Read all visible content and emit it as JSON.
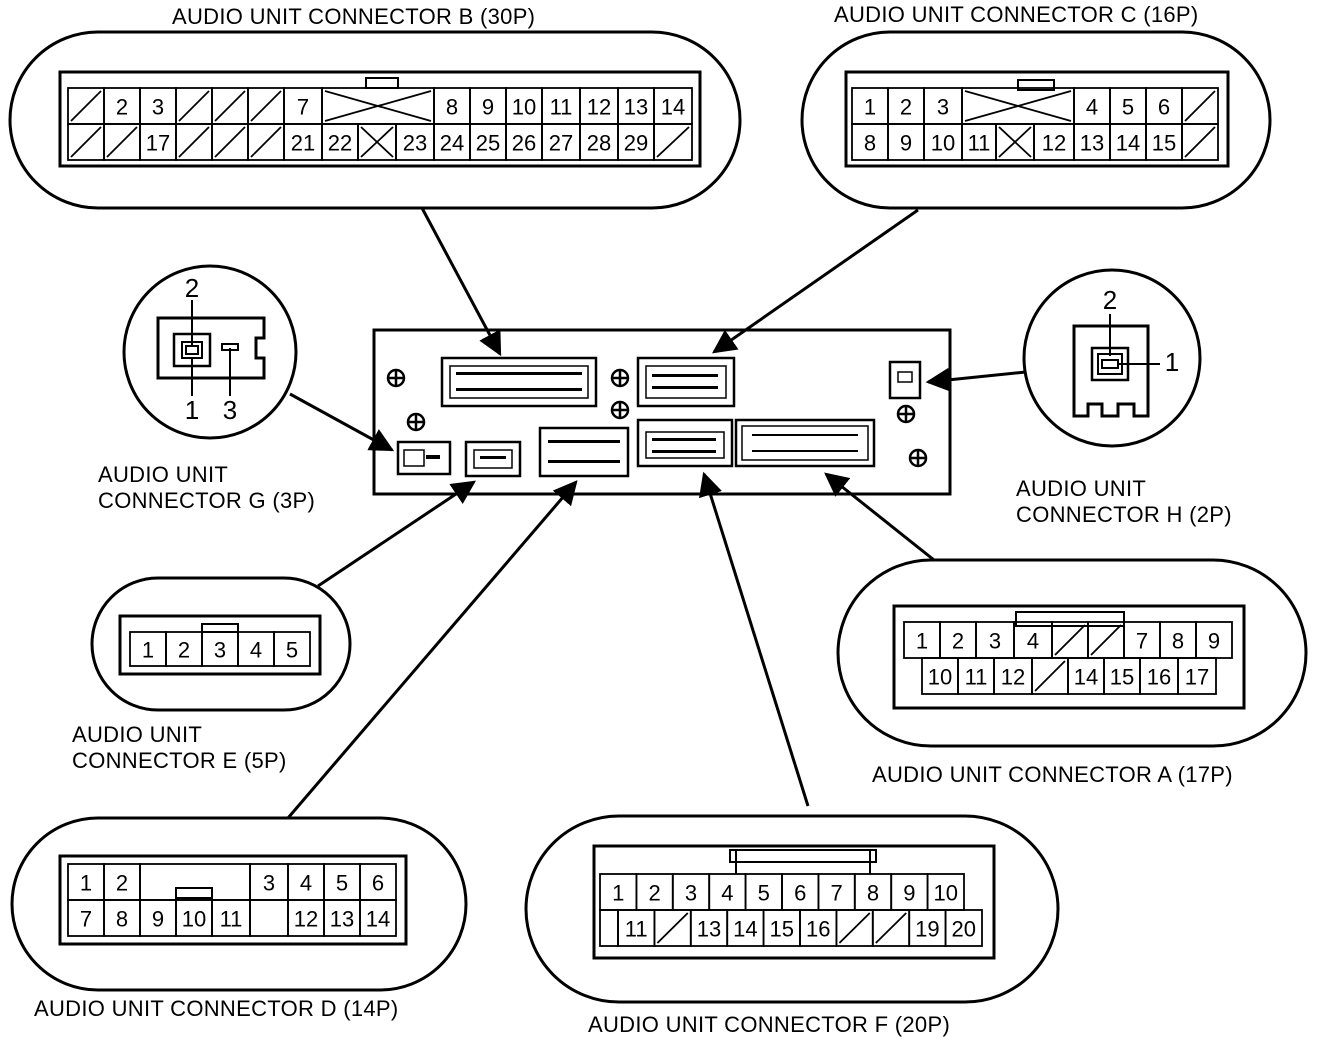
{
  "labels": {
    "b": "AUDIO UNIT CONNECTOR B (30P)",
    "c": "AUDIO UNIT CONNECTOR C (16P)",
    "g1": "AUDIO UNIT",
    "g2": "CONNECTOR G (3P)",
    "h1": "AUDIO UNIT",
    "h2": "CONNECTOR H (2P)",
    "e1": "AUDIO UNIT",
    "e2": "CONNECTOR E (5P)",
    "a": "AUDIO UNIT CONNECTOR A (17P)",
    "d": "AUDIO UNIT CONNECTOR D (14P)",
    "f": "AUDIO UNIT CONNECTOR F (20P)"
  },
  "connectors": {
    "b": {
      "top": [
        "",
        "2",
        "3",
        "",
        "",
        "",
        "7",
        "",
        "8",
        "9",
        "10",
        "11",
        "12",
        "13",
        "14"
      ],
      "bottom": [
        "",
        "",
        "17",
        "",
        "",
        "",
        "21",
        "22",
        "",
        "23",
        "24",
        "25",
        "26",
        "27",
        "28",
        "29",
        ""
      ]
    },
    "c": {
      "top": [
        "1",
        "2",
        "3",
        "",
        "4",
        "5",
        "6",
        ""
      ],
      "bottom": [
        "8",
        "9",
        "10",
        "11",
        "",
        "12",
        "13",
        "14",
        "15",
        ""
      ]
    },
    "g": {
      "pins": [
        "2",
        "1",
        "3"
      ]
    },
    "h": {
      "pins": [
        "2",
        "1"
      ]
    },
    "e": {
      "pins": [
        "1",
        "2",
        "3",
        "4",
        "5"
      ]
    },
    "a": {
      "top": [
        "1",
        "2",
        "3",
        "4",
        "",
        "",
        "7",
        "8",
        "9"
      ],
      "bottom": [
        "10",
        "11",
        "12",
        "",
        "14",
        "15",
        "16",
        "17"
      ]
    },
    "d": {
      "top": [
        "1",
        "2",
        "3",
        "4",
        "5",
        "6"
      ],
      "bottom": [
        "7",
        "8",
        "9",
        "10",
        "11",
        "12",
        "13",
        "14"
      ]
    },
    "f": {
      "top": [
        "1",
        "2",
        "3",
        "4",
        "5",
        "6",
        "7",
        "8",
        "9",
        "10"
      ],
      "bottom": [
        "11",
        "",
        "13",
        "14",
        "15",
        "16",
        "",
        "",
        "19",
        "20"
      ]
    }
  }
}
